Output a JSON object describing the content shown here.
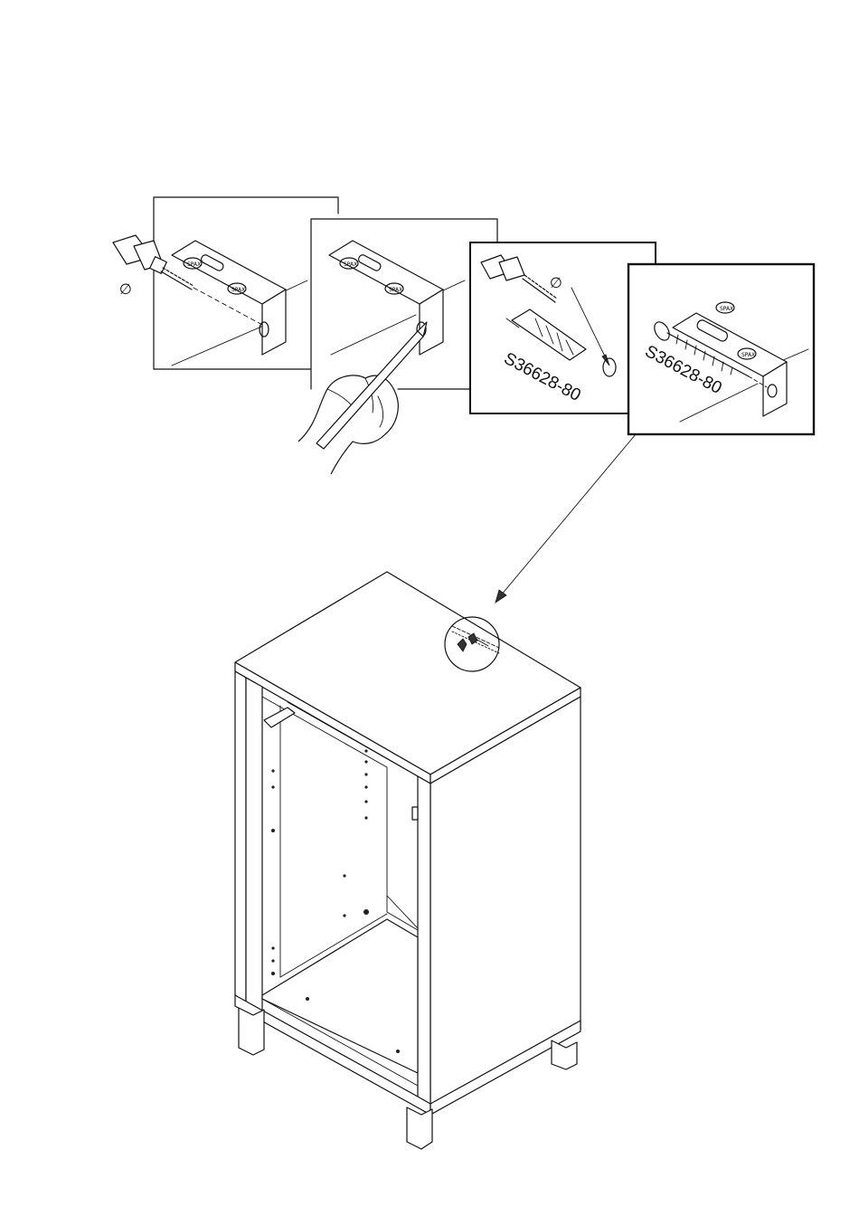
{
  "labels": {
    "part_code_step3": "S36628-80",
    "part_code_step4": "S36628-80",
    "diameter_symbol_step1": "∅",
    "diameter_symbol_step3": "∅"
  },
  "panels": [
    {
      "name": "step-1-drill"
    },
    {
      "name": "step-2-mark-pencil"
    },
    {
      "name": "step-3-drill-and-dowel"
    },
    {
      "name": "step-4-screw-bracket"
    }
  ],
  "icons": [
    "drill-bit-icon",
    "pencil-icon",
    "wall-plug-icon",
    "screw-icon",
    "wall-bracket-icon",
    "hand-icon",
    "arrow-icon",
    "cabinet-icon",
    "detail-circle-icon"
  ]
}
